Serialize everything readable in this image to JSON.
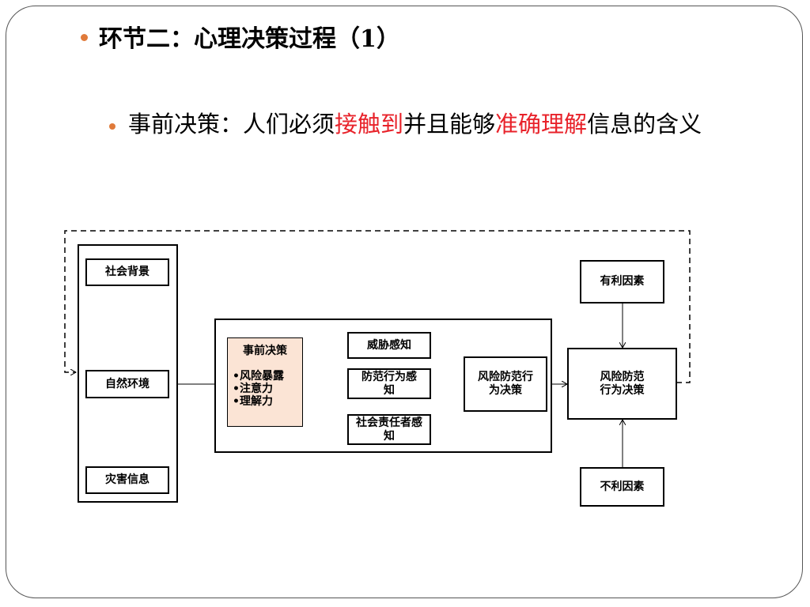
{
  "title": "环节二：心理决策过程（1）",
  "bullet": {
    "prefix": "事前决策：人们必须",
    "highlight1": "接触到",
    "middle": "并且能够",
    "highlight2": "准确理解",
    "suffix": "信息的含义"
  },
  "colors": {
    "bullet": "#e07a3a",
    "highlight": "#e8222a",
    "pre_decision_fill": "#fbe4d5"
  },
  "diagram": {
    "left_column": [
      "社会背景",
      "自然环境",
      "灾害信息"
    ],
    "pre_decision": {
      "title": "事前决策",
      "items": [
        "•风险暴露",
        "•注意力",
        "•理解力"
      ]
    },
    "perceptions": [
      "威胁感知",
      "防范行为感知",
      "社会责任者感知"
    ],
    "middle_result": "风险防范行为决策",
    "final_result": "风险防范行为决策",
    "favorable": "有利因素",
    "unfavorable": "不利因素"
  }
}
